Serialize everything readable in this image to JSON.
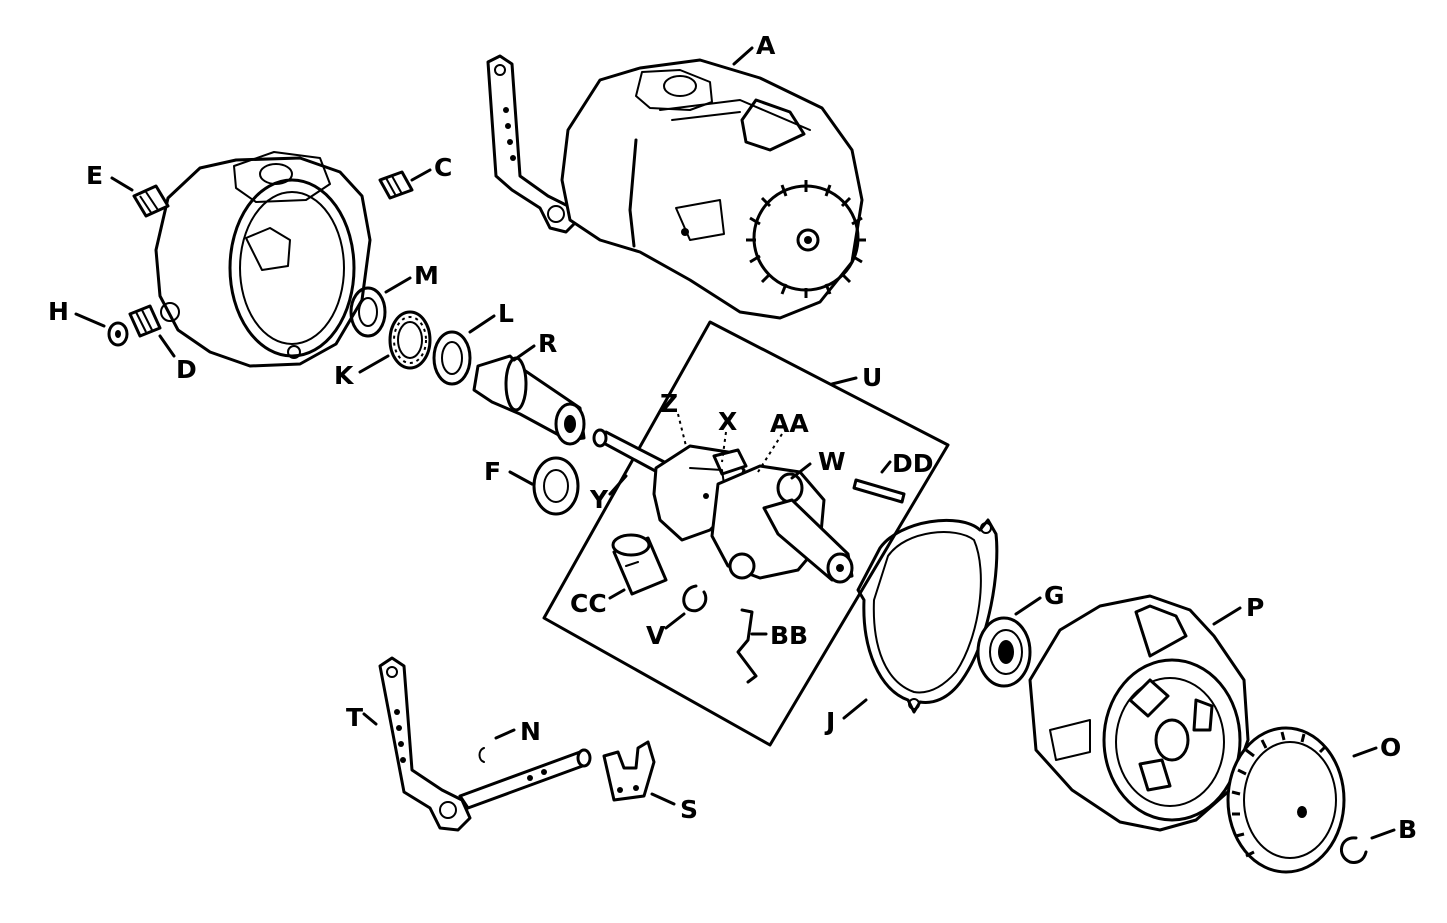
{
  "diagram": {
    "labels": {
      "A": "A",
      "B": "B",
      "C": "C",
      "D": "D",
      "E": "E",
      "F": "F",
      "G": "G",
      "H": "H",
      "J": "J",
      "K": "K",
      "L": "L",
      "M": "M",
      "N": "N",
      "O": "O",
      "P": "P",
      "R": "R",
      "S": "S",
      "T": "T",
      "U": "U",
      "V": "V",
      "W": "W",
      "X": "X",
      "Y": "Y",
      "Z": "Z",
      "AA": "AA",
      "BB": "BB",
      "CC": "CC",
      "DD": "DD"
    }
  }
}
